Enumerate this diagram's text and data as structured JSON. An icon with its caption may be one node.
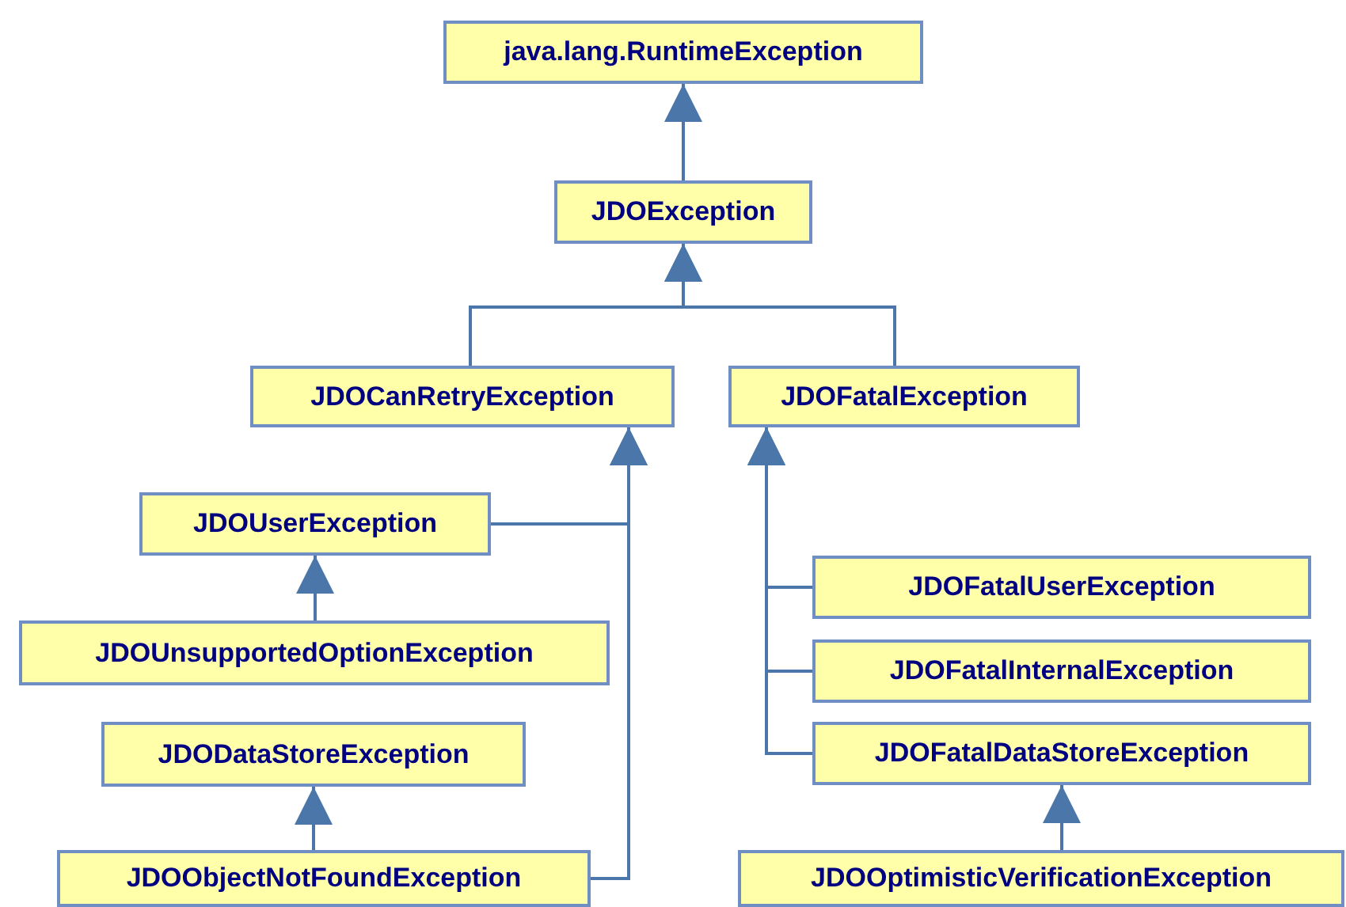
{
  "diagram": {
    "nodes": [
      {
        "text": [
          "java.lang.RuntimeException"
        ]
      },
      {
        "text": [
          "JDOException"
        ]
      },
      {
        "text": [
          "JDOCanRetryException"
        ]
      },
      {
        "text": [
          "JDOFatalException"
        ]
      },
      {
        "text": [
          "JDOUserException"
        ]
      },
      {
        "text": [
          "JDOUnsupportedOptionException"
        ]
      },
      {
        "text": [
          "JDODataStoreException"
        ]
      },
      {
        "text": [
          "JDOObjectNotFoundException"
        ]
      },
      {
        "text": [
          "JDOFatalUserException"
        ]
      },
      {
        "text": [
          "JDOFatalInternalException"
        ]
      },
      {
        "text": [
          "JDOFatalDataStoreException"
        ]
      },
      {
        "text": [
          "JDOOptimisticVerificationException"
        ]
      }
    ],
    "edges": [
      {
        "from": 1,
        "to": 0,
        "arrow": "to"
      },
      {
        "from": 2,
        "to": 1,
        "arrow": "to"
      },
      {
        "from": 3,
        "to": 1,
        "arrow": "to"
      },
      {
        "from": 4,
        "to": 2,
        "arrow": "to"
      },
      {
        "from": 7,
        "to": 2,
        "arrow": "to"
      },
      {
        "from": 5,
        "to": 4,
        "arrow": "to"
      },
      {
        "from": 7,
        "to": 6,
        "arrow": "to"
      },
      {
        "from": 8,
        "to": 3,
        "arrow": "to"
      },
      {
        "from": 9,
        "to": 3,
        "arrow": "to"
      },
      {
        "from": 10,
        "to": 3,
        "arrow": "to"
      },
      {
        "from": 11,
        "to": 10,
        "arrow": "to"
      }
    ]
  }
}
